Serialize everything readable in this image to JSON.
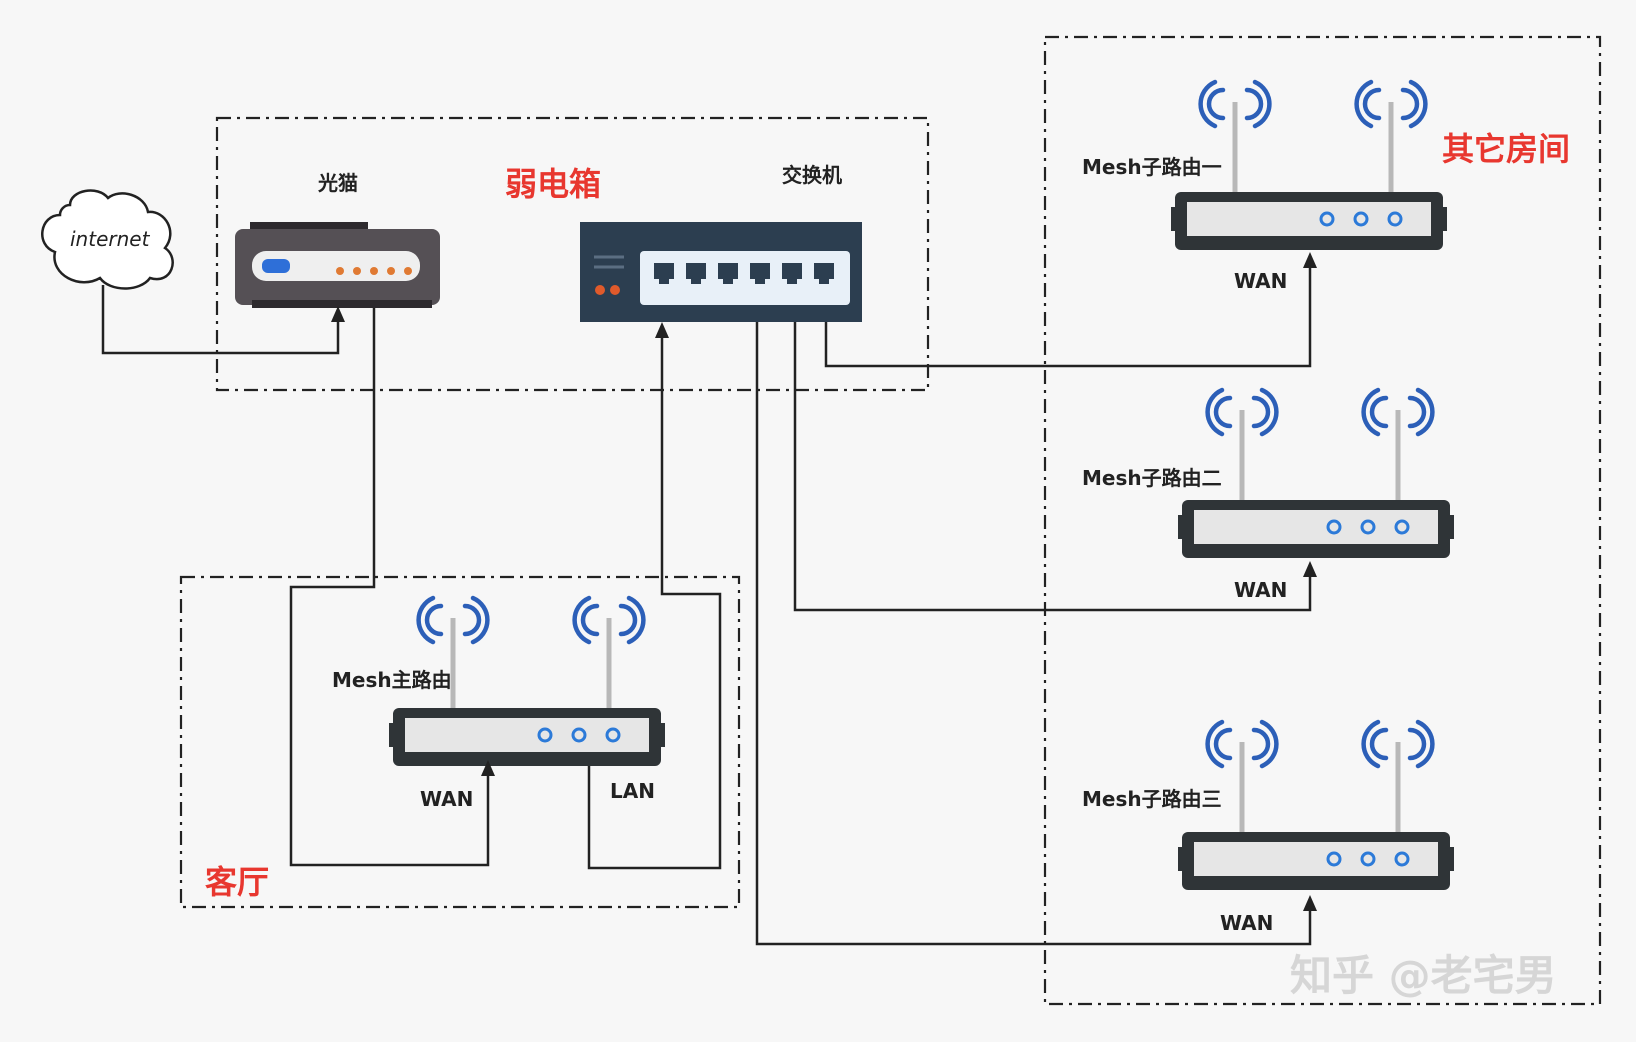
{
  "zones": {
    "weak_box": "弱电箱",
    "living_room": "客厅",
    "other_rooms": "其它房间"
  },
  "devices": {
    "cloud": "internet",
    "modem": "光猫",
    "switch": "交换机",
    "main_router": "Mesh主路由",
    "sub_router_1": "Mesh子路由一",
    "sub_router_2": "Mesh子路由二",
    "sub_router_3": "Mesh子路由三"
  },
  "ports": {
    "main_wan": "WAN",
    "main_lan": "LAN",
    "sub1_wan": "WAN",
    "sub2_wan": "WAN",
    "sub3_wan": "WAN"
  },
  "watermark": "知乎 @老宅男",
  "colors": {
    "zone_title": "#e8372f",
    "router_body": "#2f3437",
    "router_panel": "#e6e6e6",
    "signal_blue": "#2c5fb8",
    "switch_body": "#2c3e50",
    "modem_body": "#555055",
    "modem_led_blue": "#2e6fd8",
    "modem_led_orange": "#e07a33"
  }
}
